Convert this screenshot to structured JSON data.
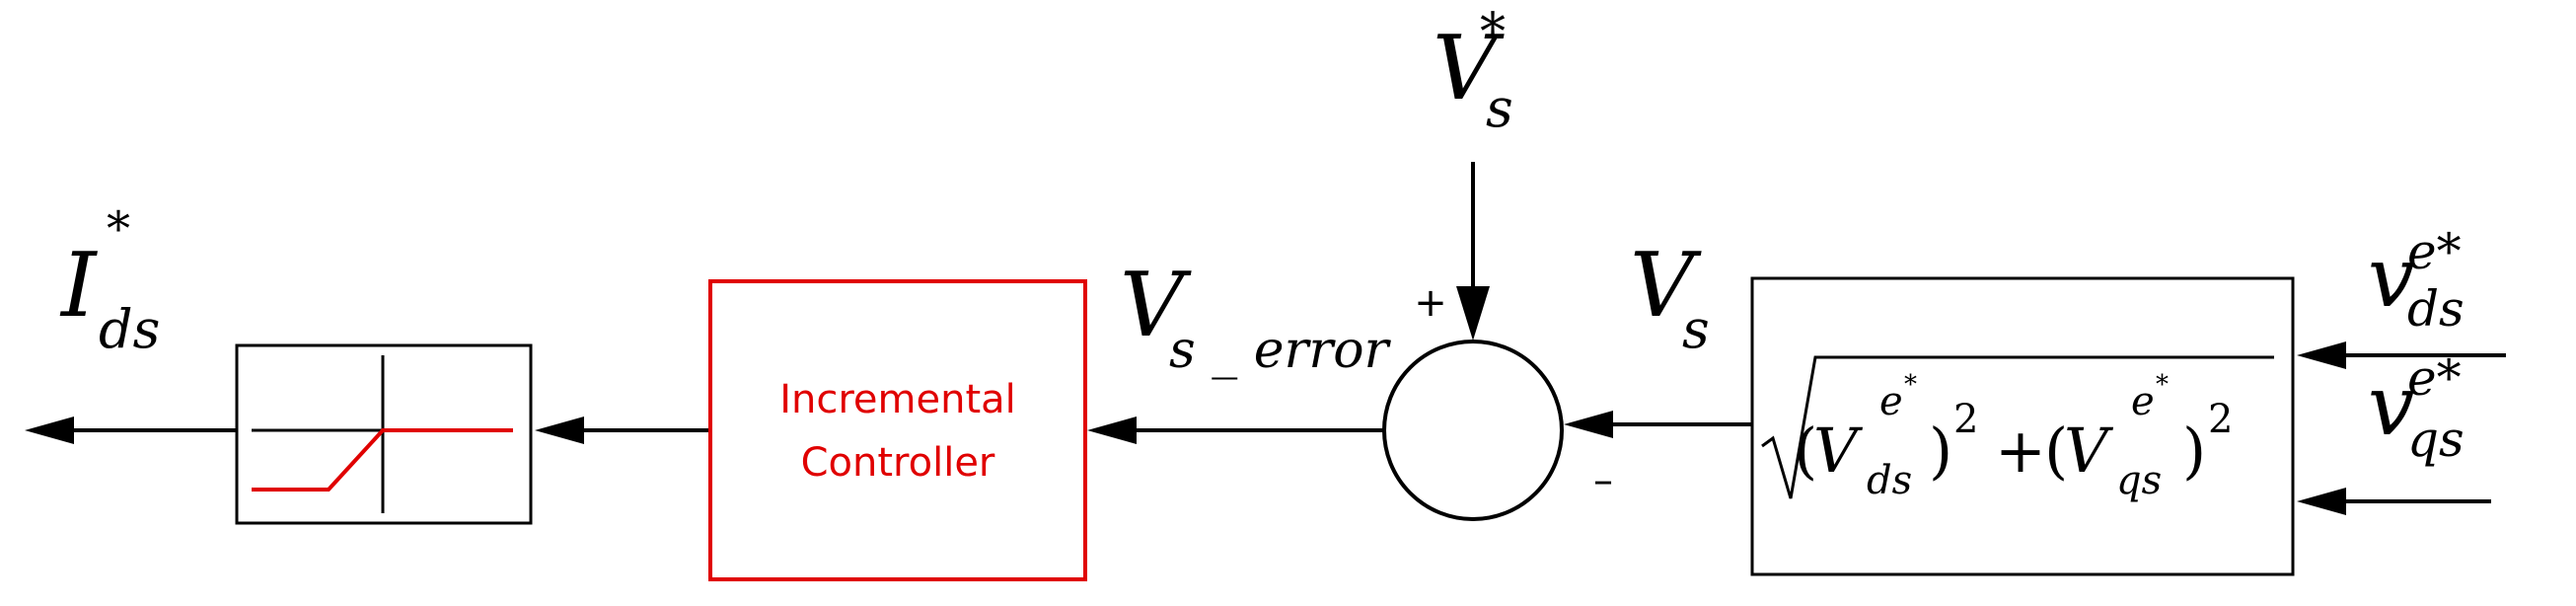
{
  "colors": {
    "line": "#000000",
    "accent": "#e00000",
    "background": "#ffffff"
  },
  "blocks": {
    "controller": {
      "line1": "Incremental",
      "line2": "Controller"
    },
    "magnitude": {
      "formula": {
        "open1": "(V",
        "sup1": "e",
        "sup1star": "*",
        "sub1": "ds",
        "close1": ")",
        "pow1": "2",
        "plus": "+",
        "open2": "(V",
        "sup2": "e",
        "sup2star": "*",
        "sub2": "qs",
        "close2": ")",
        "pow2": "2"
      }
    }
  },
  "signals": {
    "output": {
      "main": "I",
      "sub": "ds",
      "sup": "*"
    },
    "error": {
      "main": "V",
      "sub": "s _ error"
    },
    "reference": {
      "main": "V",
      "sub": "s",
      "sup": "*"
    },
    "feedback": {
      "main": "V",
      "sub": "s"
    },
    "input_d": {
      "main": "v",
      "sub": "ds",
      "sup": "e*"
    },
    "input_q": {
      "main": "v",
      "sub": "qs",
      "sup": "e*"
    }
  },
  "summing_junction": {
    "plus_sign": "+",
    "minus_sign": "–"
  }
}
